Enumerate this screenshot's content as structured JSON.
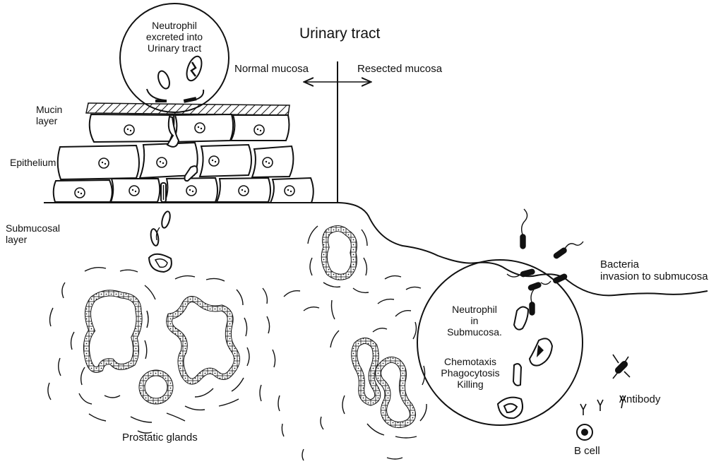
{
  "title": "Urinary tract",
  "direction": {
    "left": "Normal mucosa",
    "right": "Resected mucosa"
  },
  "labels": {
    "neutrophil_top": [
      "Neutrophil",
      "excreted into",
      "Urinary tract"
    ],
    "mucin_layer": [
      "Mucin",
      "layer"
    ],
    "epithelium": "Epithelium",
    "submucosal_layer": [
      "Submucosal",
      "layer"
    ],
    "bacteria": [
      "Bacteria",
      "invasion to submucosa"
    ],
    "neutrophil_submucosa": [
      "Neutrophil",
      "in",
      "Submucosa."
    ],
    "functions": [
      "Chemotaxis",
      "Phagocytosis",
      "Killing"
    ],
    "antibody": "Antibody",
    "b_cell": "B cell",
    "prostatic_glands": "Prostatic glands"
  }
}
